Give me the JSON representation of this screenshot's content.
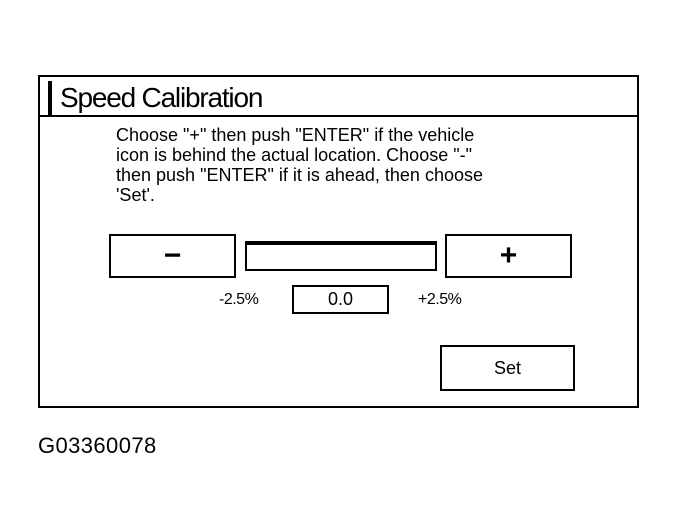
{
  "dialog": {
    "title": "Speed Calibration",
    "instructions": [
      "Choose \"+\" then push \"ENTER\" if the vehicle",
      "icon is behind the actual location. Choose \"-\"",
      "then push \"ENTER\" if it is ahead, then choose",
      "'Set'."
    ]
  },
  "controls": {
    "minus_label": "−",
    "plus_label": "+",
    "range_min": "-2.5%",
    "range_max": "+2.5%",
    "value": "0.0",
    "set_label": "Set"
  },
  "figure_id": "G03360078",
  "icons": {
    "minus": "minus-icon",
    "plus": "plus-icon"
  }
}
